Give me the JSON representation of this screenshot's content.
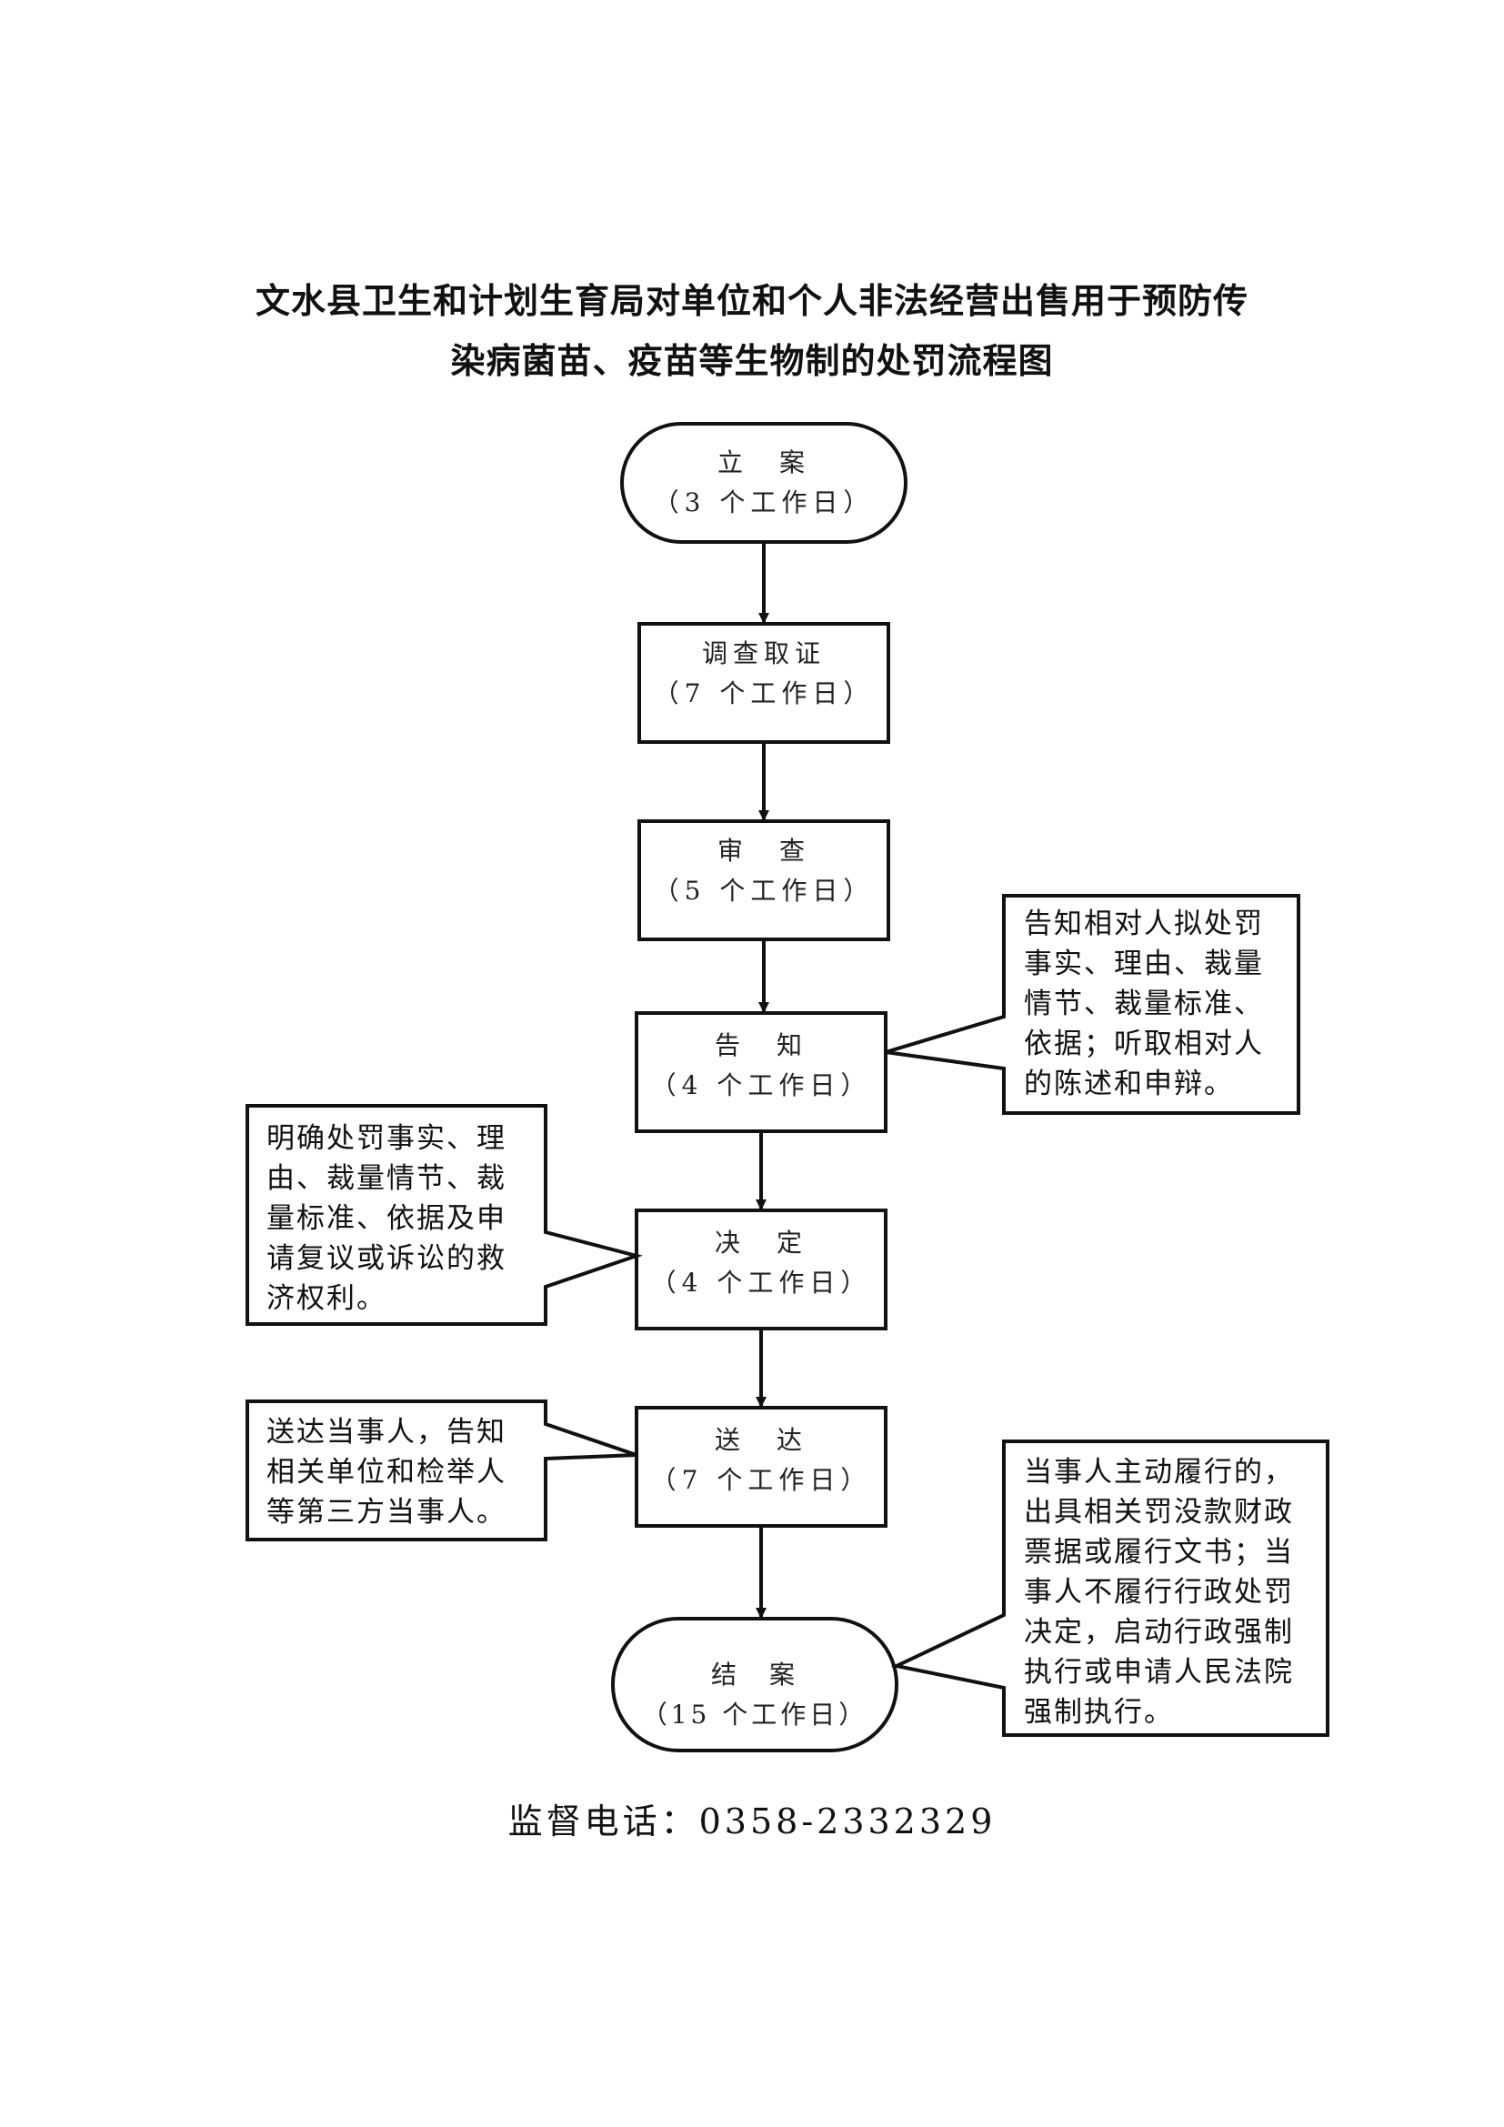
{
  "title": {
    "line1": "文水县卫生和计划生育局对单位和个人非法经营出售用于预防传",
    "line2": "染病菌苗、疫苗等生物制的处罚流程图"
  },
  "steps": [
    {
      "name": "立　案",
      "duration": "（3 个工作日）",
      "shape": "terminal"
    },
    {
      "name": "调查取证",
      "duration": "（7 个工作日）",
      "shape": "process"
    },
    {
      "name": "审　查",
      "duration": "（5 个工作日）",
      "shape": "process"
    },
    {
      "name": "告　知",
      "duration": "（4 个工作日）",
      "shape": "process"
    },
    {
      "name": "决　定",
      "duration": "（4 个工作日）",
      "shape": "process"
    },
    {
      "name": "送　达",
      "duration": "（7 个工作日）",
      "shape": "process"
    },
    {
      "name": "结　案",
      "duration": "（15 个工作日）",
      "shape": "terminal"
    }
  ],
  "notes": {
    "notify": "告知相对人拟处罚事实、理由、裁量情节、裁量标准、依据；听取相对人的陈述和申辩。",
    "decide": "明确处罚事实、理由、裁量情节、裁量标准、依据及申请复议或诉讼的救济权利。",
    "deliver": "送达当事人，告知相关单位和检举人等第三方当事人。",
    "close": "当事人主动履行的，出具相关罚没款财政票据或履行文书；当事人不履行行政处罚决定，启动行政强制执行或申请人民法院强制执行。"
  },
  "footer": {
    "label": "监督电话：",
    "phone": "0358-2332329"
  }
}
